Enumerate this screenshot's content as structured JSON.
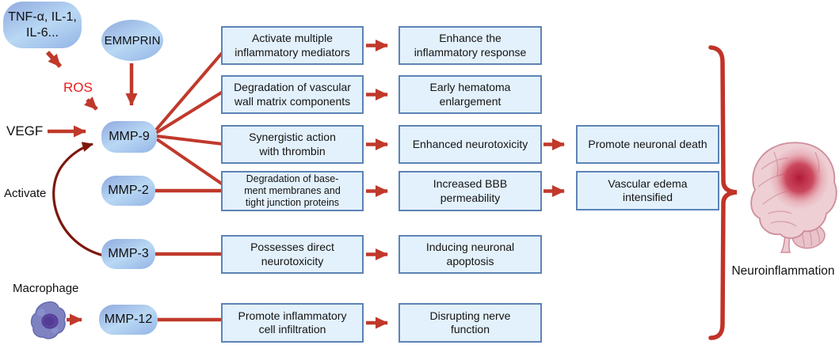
{
  "palette": {
    "arrow_red": "#c0392b",
    "activate_curve_red": "#7d170e",
    "ros_text_red": "#ee1d1d",
    "brace_red": "#c23228",
    "box_fill": "#e3f1fc",
    "box_border": "#5d83b6",
    "node_blue_dark": "#8fa9de",
    "node_blue_light": "#b9d8f4",
    "brain_pink": "#eecfd4",
    "inflammation_red": "#ae1330",
    "macrophage_purple": "#7e82c1"
  },
  "sources": {
    "cytokines": {
      "lines": [
        "TNF-α, IL-1,",
        "IL-6..."
      ]
    },
    "emmprin": {
      "label": "EMMPRIN"
    },
    "ros": {
      "label": "ROS"
    },
    "vegf": {
      "label": "VEGF"
    },
    "activate": {
      "label": "Activate"
    },
    "macrophage": {
      "label": "Macrophage"
    }
  },
  "nodes": {
    "mmp9": {
      "label": "MMP-9"
    },
    "mmp2": {
      "label": "MMP-2"
    },
    "mmp3": {
      "label": "MMP-3"
    },
    "mmp12": {
      "label": "MMP-12"
    }
  },
  "rows": [
    {
      "mechanism": [
        "Activate multiple",
        "inflammatory mediators"
      ],
      "effect": [
        "Enhance the",
        "inflammatory response"
      ]
    },
    {
      "mechanism": [
        "Degradation of vascular",
        "wall matrix components"
      ],
      "effect": [
        "Early hematoma",
        "enlargement"
      ]
    },
    {
      "mechanism": [
        "Synergistic action",
        "with thrombin"
      ],
      "effect": [
        "Enhanced neurotoxicity"
      ],
      "outcome": [
        "Promote neuronal death"
      ]
    },
    {
      "mechanism": [
        "Degradation of base-",
        "ment membranes and",
        "tight junction proteins"
      ],
      "effect": [
        "Increased BBB",
        "permeability"
      ],
      "outcome": [
        "Vascular edema",
        "intensified"
      ]
    },
    {
      "mechanism": [
        "Possesses direct",
        "neurotoxicity"
      ],
      "effect": [
        "Inducing neuronal",
        "apoptosis"
      ]
    },
    {
      "mechanism": [
        "Promote inflammatory",
        "cell infiltration"
      ],
      "effect": [
        "Disrupting nerve",
        "function"
      ]
    }
  ],
  "outcome": {
    "label": "Neuroinflammation"
  }
}
